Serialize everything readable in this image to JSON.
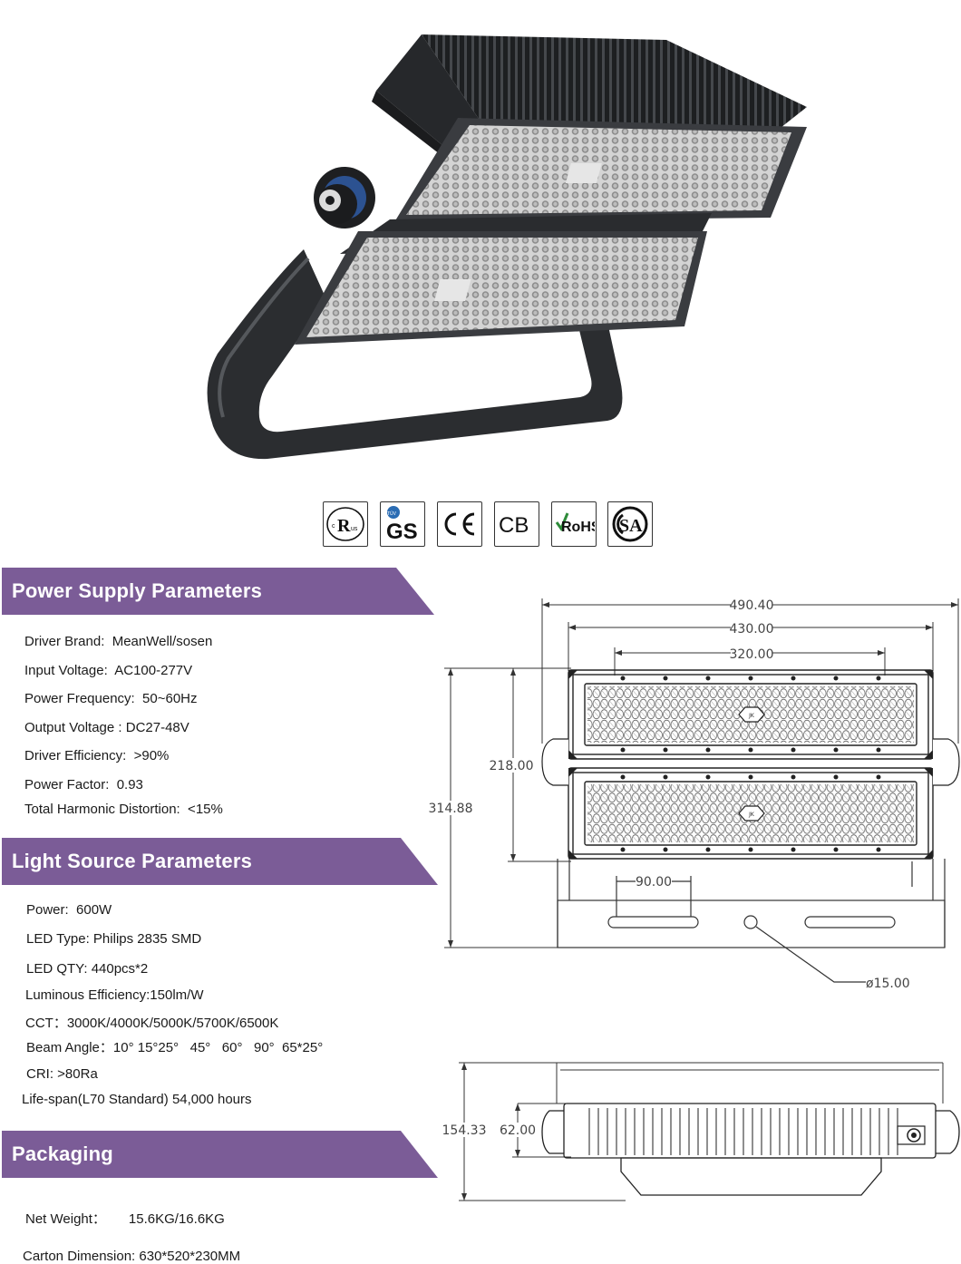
{
  "certifications": [
    {
      "name": "cul-us-mark-icon"
    },
    {
      "name": "tuv-gs-mark-icon"
    },
    {
      "name": "ce-mark-icon"
    },
    {
      "name": "cb-mark-icon"
    },
    {
      "name": "rohs-mark-icon"
    },
    {
      "name": "csa-mark-icon"
    }
  ],
  "sections": {
    "power": {
      "title": "Power Supply Parameters",
      "items": [
        "Driver Brand:  MeanWell/sosen",
        "Input Voltage:  AC100-277V",
        "Power Frequency:  50~60Hz",
        "Output Voltage : DC27-48V",
        "Driver Efficiency:  >90%",
        "Power Factor:  0.93",
        "Total Harmonic Distortion:  <15%"
      ]
    },
    "light": {
      "title": "Light Source Parameters",
      "items": [
        "Power:  600W",
        "LED Type: Philips 2835 SMD",
        "LED QTY: 440pcs*2",
        "Luminous Efficiency:150lm/W",
        "CCT：3000K/4000K/5000K/5700K/6500K",
        "Beam Angle：10° 15°25°   45°   60°   90°  65*25°",
        "CRI: >80Ra",
        "Life-span(L70 Standard) 54,000 hours"
      ]
    },
    "packaging": {
      "title": "Packaging",
      "items": [
        "Net Weight：      15.6KG/16.6KG",
        "Carton Dimension: 630*520*230MM"
      ]
    }
  },
  "drawing": {
    "width_overall": "490.40",
    "width_mid": "430.00",
    "width_inner": "320.00",
    "height_panels": "218.00",
    "height_overall": "314.88",
    "slot_width": "90.00",
    "hole_dia": "ø15.00",
    "side_height_overall": "154.33",
    "side_height_body": "62.00",
    "panel_badge": "JK"
  },
  "colors": {
    "banner_purple": "#7b5c97",
    "housing": "#2e3033",
    "led_lens": "#c9c9c9"
  }
}
